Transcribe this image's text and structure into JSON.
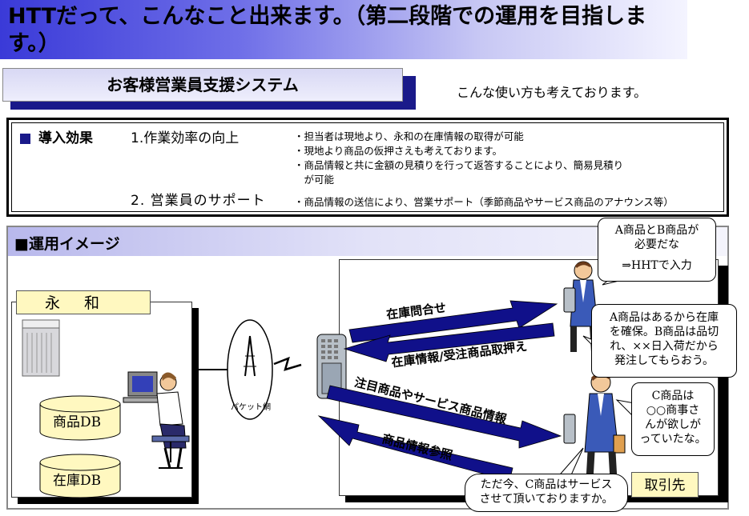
{
  "title": "HTTだって、こんなこと出来ます。（第二段階での運用を目指します。）",
  "subtitle": "お客様営業員支援システム",
  "usage_note": "こんな使い方も考えております。",
  "effects": {
    "heading": "導入効果",
    "item1_title": "1.作業効率の向上",
    "item1_lines": [
      "・担当者は現地より、永和の在庫情報の取得が可能",
      "・現地より商品の仮押さえも考えております。",
      "・商品情報と共に金額の見積りを行って返答することにより、簡易見積り",
      "　が可能"
    ],
    "item2_title": "2. 営業員のサポート",
    "item2_line": "・商品情報の送信により、営業サポート（季節商品やサービス商品のアナウンス等）"
  },
  "operation": {
    "heading": "■運用イメージ",
    "company": "永和",
    "db1": "商品DB",
    "db2": "在庫DB",
    "packet": "パケット網",
    "customer": "取引先",
    "arrows": {
      "inquiry": "在庫問合せ",
      "reply": "在庫情報/受注商品取押え",
      "info": "注目商品やサービス商品情報",
      "ref": "商品情報参照"
    },
    "bubbles": {
      "b1": [
        "A商品とB商品が",
        "必要だな",
        "",
        "⇒HHTで入力"
      ],
      "b2": [
        "A商品はあるから在庫",
        "を確保。B商品は品切",
        "れ、××日入荷だから",
        "発注してもらおう。"
      ],
      "b3": [
        "C商品は",
        "○○商事さ",
        "んが欲しが",
        "っていたな。"
      ],
      "b4": [
        "ただ今、C商品はサービス",
        "させて頂いておりますか。"
      ]
    }
  },
  "colors": {
    "navy": "#1a1a8a",
    "label_bg": "#fff8c0",
    "arrow": "#10108a"
  }
}
